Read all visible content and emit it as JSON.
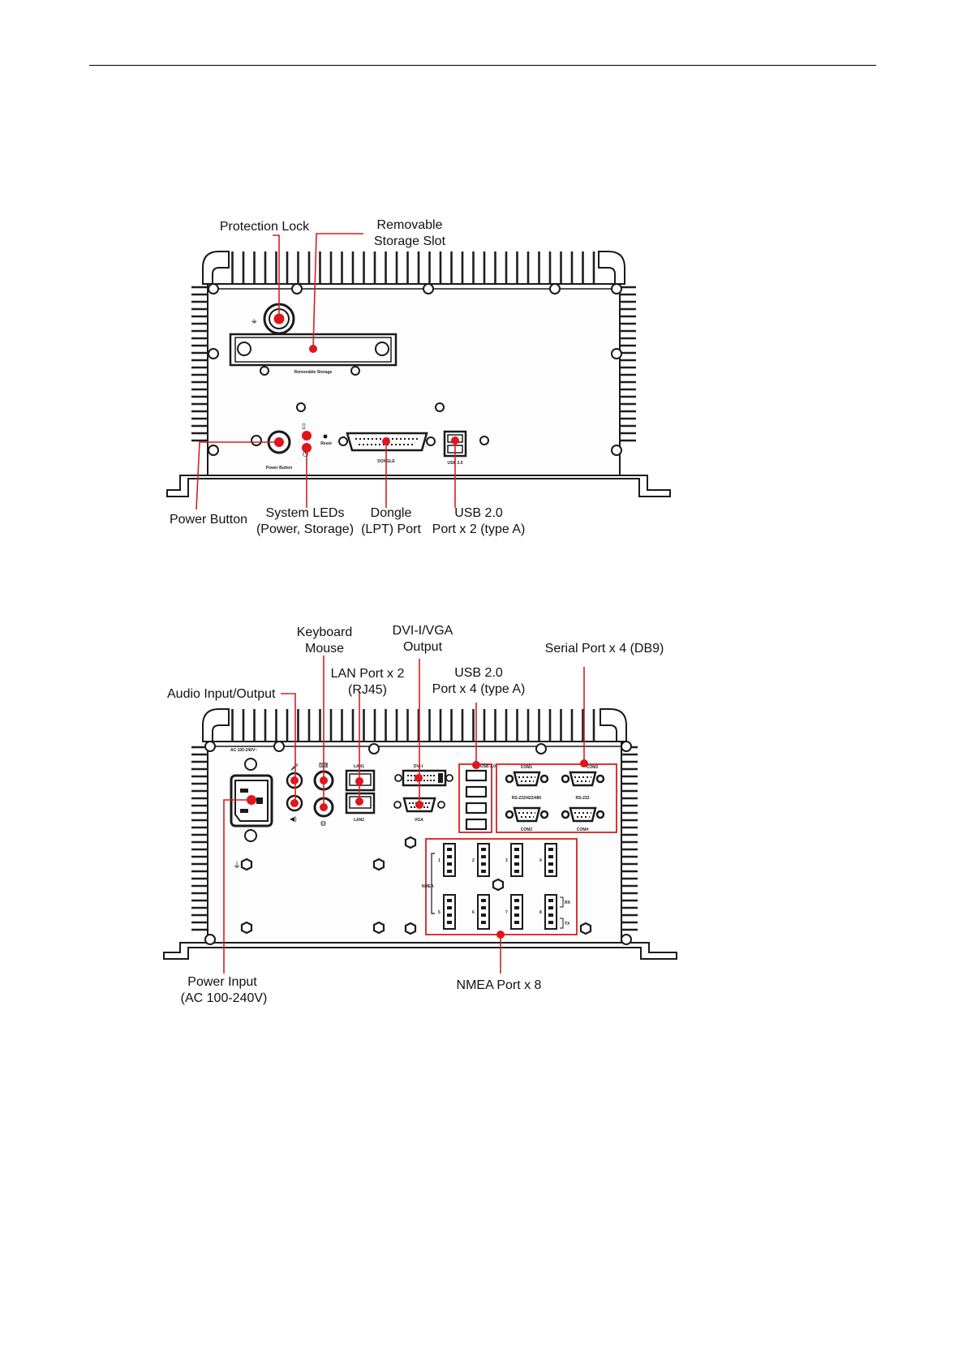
{
  "front_panel": {
    "callouts": {
      "protection_lock": "Protection Lock",
      "removable_storage_line1": "Removable",
      "removable_storage_line2": "Storage Slot",
      "power_button": "Power Button",
      "system_leds_line1": "System LEDs",
      "system_leds_line2": "(Power, Storage)",
      "dongle_line1": "Dongle",
      "dongle_line2": "(LPT) Port",
      "usb_line1": "USB 2.0",
      "usb_line2": "Port x 2 (type A)"
    },
    "device_text": {
      "removable_storage": "Removable Storage",
      "power_button": "Power Button",
      "reset": "Reset",
      "dongle": "DONGLE",
      "usb": "USB 2.0"
    }
  },
  "rear_panel": {
    "callouts": {
      "keyboard_mouse_line1": "Keyboard",
      "keyboard_mouse_line2": "Mouse",
      "dvi_vga_line1": "DVI-I/VGA",
      "dvi_vga_line2": "Output",
      "serial_port": "Serial Port  x 4 (DB9)",
      "lan_line1": "LAN Port x 2",
      "lan_line2": "(RJ45)",
      "usb_line1": "USB 2.0",
      "usb_line2": "Port x 4 (type A)",
      "audio": "Audio Input/Output",
      "power_input_line1": "Power Input",
      "power_input_line2": "(AC 100-240V)",
      "nmea": "NMEA Port x 8"
    },
    "device_text": {
      "ac": "AC 100-240V~",
      "lan1": "LAN1",
      "lan2": "LAN2",
      "dvi": "DVI-I",
      "vga": "VGA",
      "usb": "USB 2.0",
      "com1": "COM1",
      "com3": "COM3",
      "com2": "COM2",
      "com4": "COM4",
      "rs485": "RS-232/422/485",
      "rs232": "RS-232",
      "nmea": "NMEA",
      "nmea_ports": [
        "1",
        "2",
        "3",
        "4",
        "5",
        "6",
        "7",
        "8"
      ],
      "rx": "RX",
      "tx": "TX"
    }
  },
  "colors": {
    "callout": "#d42020",
    "marker": "#e0141e",
    "outline": "#1a1a1a"
  }
}
